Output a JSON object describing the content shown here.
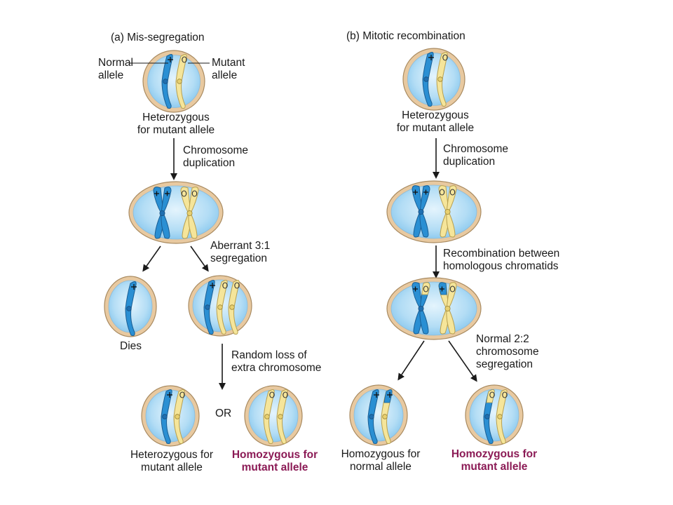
{
  "panel_a": {
    "title": "(a)  Mis-segregation",
    "normal_allele": [
      "Normal",
      "allele"
    ],
    "mutant_allele": [
      "Mutant",
      "allele"
    ],
    "heterozygous": [
      "Heterozygous",
      "for mutant allele"
    ],
    "duplication": [
      "Chromosome",
      "duplication"
    ],
    "aberrant": [
      "Aberrant 3:1",
      "segregation"
    ],
    "dies": "Dies",
    "random_loss": [
      "Random loss of",
      "extra chromosome"
    ],
    "or": "OR",
    "result_het": [
      "Heterozygous for",
      "mutant allele"
    ],
    "result_hom": [
      "Homozygous for",
      "mutant allele"
    ]
  },
  "panel_b": {
    "title": "(b)  Mitotic recombination",
    "heterozygous": [
      "Heterozygous",
      "for mutant allele"
    ],
    "duplication": [
      "Chromosome",
      "duplication"
    ],
    "recombination": [
      "Recombination between",
      "homologous chromatids"
    ],
    "normal_seg": [
      "Normal 2:2",
      "chromosome",
      "segregation"
    ],
    "result_normal": [
      "Homozygous for",
      "normal allele"
    ],
    "result_mutant": [
      "Homozygous for",
      "mutant allele"
    ]
  },
  "symbols": {
    "plus": "+",
    "circle": "o"
  },
  "colors": {
    "cell_outer": "#e8c9a0",
    "cell_inner": "#a9d8f2",
    "normal_chromosome": "#2a8fd3",
    "mutant_chromosome": "#f5e59a",
    "highlight_text": "#8b1a55"
  }
}
